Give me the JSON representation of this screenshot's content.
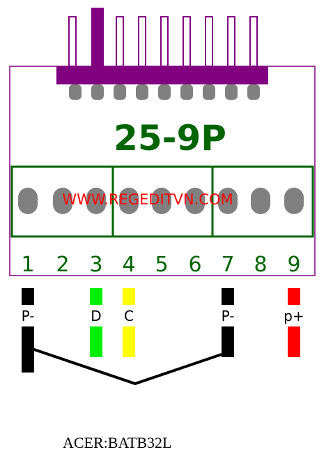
{
  "connector": {
    "model_label": "25-9P",
    "watermark": "WWW.REGEDITVN.COM",
    "pins": [
      "1",
      "2",
      "3",
      "4",
      "5",
      "6",
      "7",
      "8",
      "9"
    ],
    "pin_groups": 3
  },
  "wires": [
    {
      "pin": 1,
      "label": "P-",
      "color": "#000000"
    },
    {
      "pin": 3,
      "label": "D",
      "color": "#00ee00"
    },
    {
      "pin": 4,
      "label": "C",
      "color": "#ffff00"
    },
    {
      "pin": 7,
      "label": "P-",
      "color": "#000000"
    },
    {
      "pin": 9,
      "label": "p+",
      "color": "#ff0000"
    }
  ],
  "caption": "ACER:BATB32L",
  "colors": {
    "header_pins": "#800080",
    "board_outline": "#800080",
    "terminal_block": "#006400",
    "model_text": "#006400",
    "pin_numbers": "#006400",
    "watermark": "#ff0000",
    "holes": "#808080",
    "jumper": "#000000"
  }
}
